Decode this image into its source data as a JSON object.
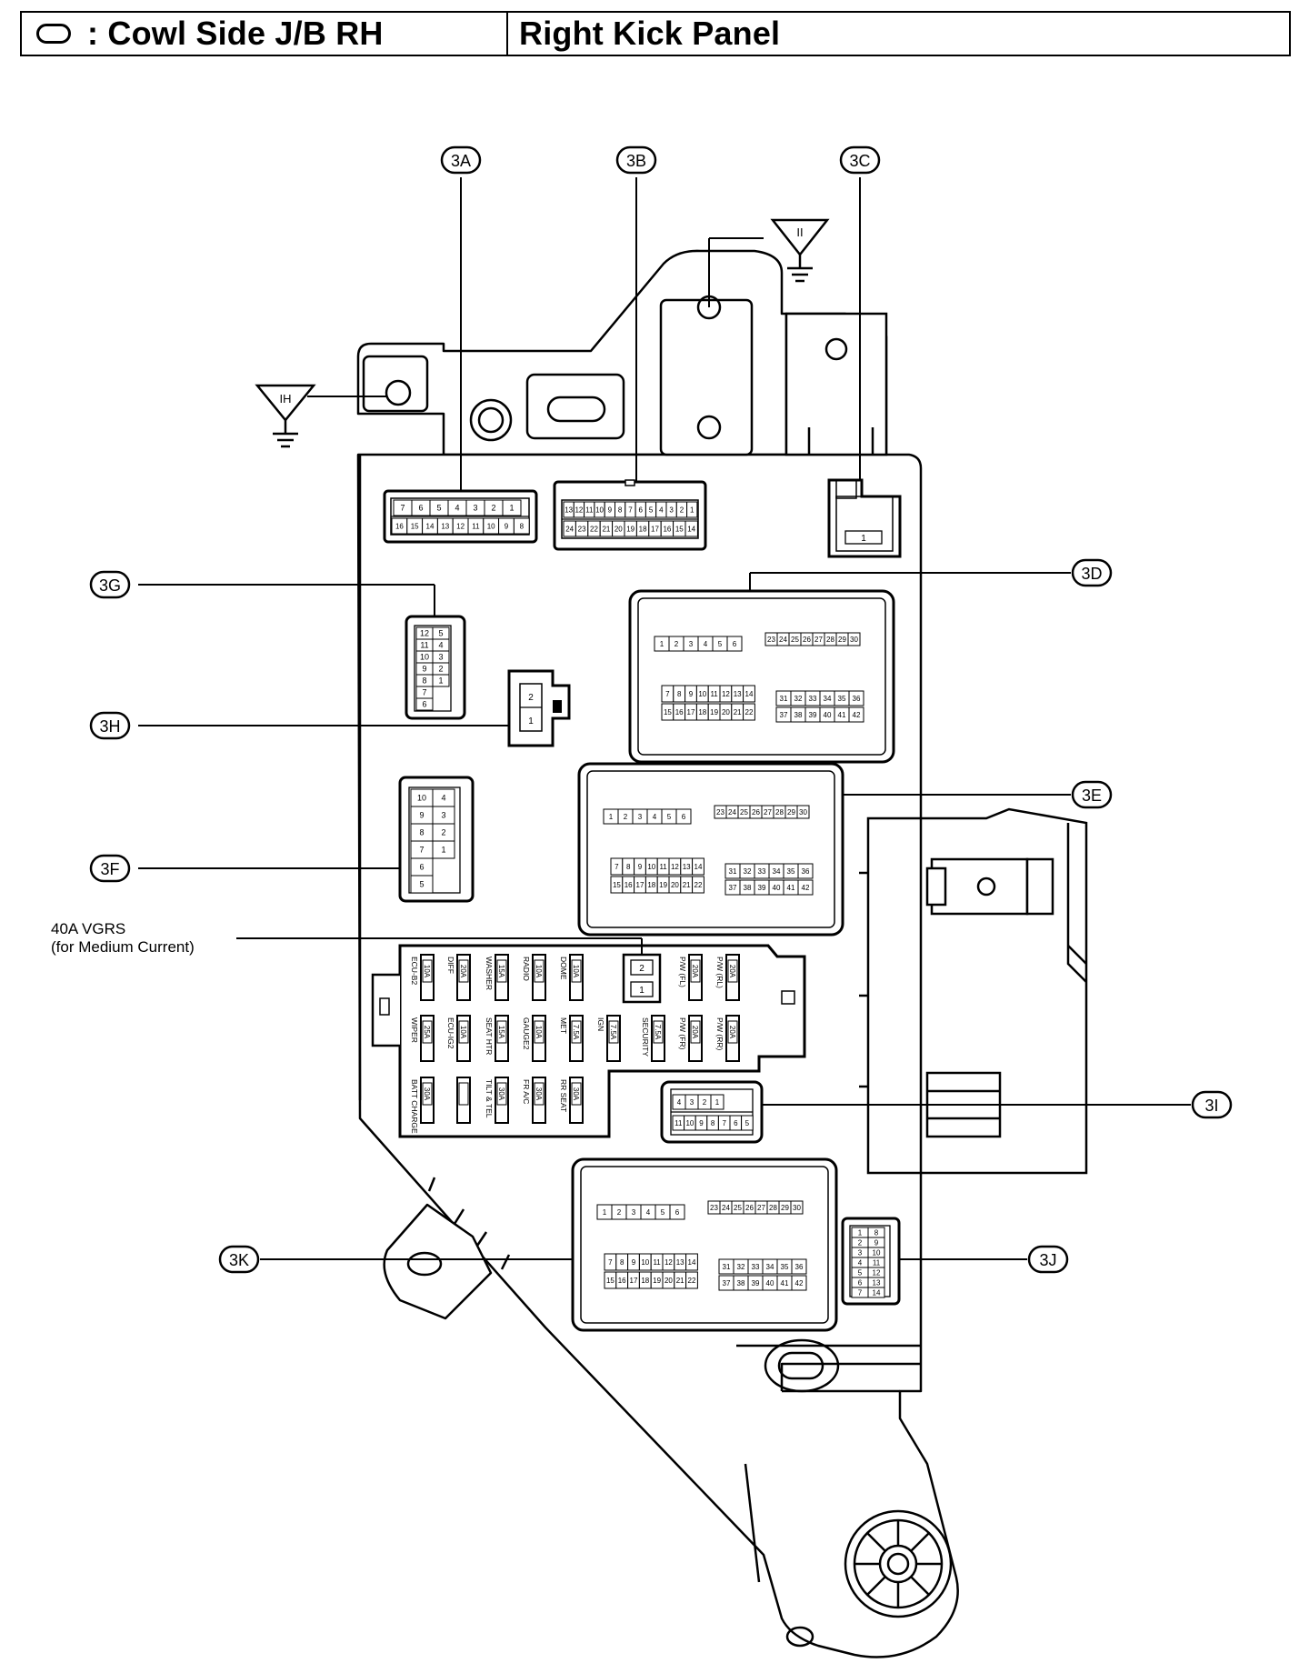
{
  "header": {
    "symbol": "oval-connector-symbol",
    "title": ": Cowl Side J/B RH",
    "location": "Right Kick Panel"
  },
  "callouts": {
    "3A": "3A",
    "3B": "3B",
    "3C": "3C",
    "3D": "3D",
    "3E": "3E",
    "3F": "3F",
    "3G": "3G",
    "3H": "3H",
    "3I": "3I",
    "3J": "3J",
    "3K": "3K"
  },
  "grounds": {
    "ih": "IH",
    "ii": "II"
  },
  "vgrs_label": {
    "line1": "40A VGRS",
    "line2": "(for Medium Current)"
  },
  "connector_3a": {
    "top": [
      "7",
      "6",
      "5",
      "4",
      "3",
      "2",
      "1"
    ],
    "bottom": [
      "16",
      "15",
      "14",
      "13",
      "12",
      "11",
      "10",
      "9",
      "8"
    ]
  },
  "connector_3b": {
    "top": [
      "13",
      "12",
      "11",
      "10",
      "9",
      "8",
      "7",
      "6",
      "5",
      "4",
      "3",
      "2",
      "1"
    ],
    "bottom": [
      "24",
      "23",
      "22",
      "21",
      "20",
      "19",
      "18",
      "17",
      "16",
      "15",
      "14"
    ]
  },
  "connector_3c": {
    "pins": [
      "1"
    ]
  },
  "connector_3g": {
    "left": [
      "12",
      "11",
      "10",
      "9",
      "8",
      "7",
      "6"
    ],
    "right": [
      "5",
      "4",
      "3",
      "2",
      "1"
    ]
  },
  "connector_3h": {
    "pins": [
      "2",
      "1"
    ]
  },
  "connector_3f": {
    "left": [
      "10",
      "9",
      "8",
      "7",
      "6",
      "5"
    ],
    "right": [
      "4",
      "3",
      "2",
      "1"
    ]
  },
  "connector_3j": {
    "left": [
      "1",
      "2",
      "3",
      "4",
      "5",
      "6",
      "7"
    ],
    "right": [
      "8",
      "9",
      "10",
      "11",
      "12",
      "13",
      "14"
    ]
  },
  "connector_3i": {
    "top": [
      "4",
      "3",
      "2",
      "1"
    ],
    "bottom": [
      "11",
      "10",
      "9",
      "8",
      "7",
      "6",
      "5"
    ]
  },
  "connector_big": {
    "row1": [
      "1",
      "2",
      "3",
      "4",
      "5",
      "6"
    ],
    "row2": [
      "23",
      "24",
      "25",
      "26",
      "27",
      "28",
      "29",
      "30"
    ],
    "row3": [
      "7",
      "8",
      "9",
      "10",
      "11",
      "12",
      "13",
      "14"
    ],
    "row4": [
      "15",
      "16",
      "17",
      "18",
      "19",
      "20",
      "21",
      "22"
    ],
    "row5": [
      "31",
      "32",
      "33",
      "34",
      "35",
      "36"
    ],
    "row6": [
      "37",
      "38",
      "39",
      "40",
      "41",
      "42"
    ]
  },
  "vgrs_fuse": {
    "pins": [
      "2",
      "1"
    ]
  },
  "fuses_row1": [
    {
      "name": "ECU-B2",
      "rating": "10A"
    },
    {
      "name": "DIFF",
      "rating": "20A"
    },
    {
      "name": "WASHER",
      "rating": "15A"
    },
    {
      "name": "RADIO",
      "rating": "10A"
    },
    {
      "name": "DOME",
      "rating": "10A"
    },
    {
      "name": "P/W (FL)",
      "rating": "20A"
    },
    {
      "name": "P/W (RL)",
      "rating": "20A"
    }
  ],
  "fuses_row2": [
    {
      "name": "WIPER",
      "rating": "25A"
    },
    {
      "name": "ECU-IG2",
      "rating": "10A"
    },
    {
      "name": "SEAT HTR",
      "rating": "15A"
    },
    {
      "name": "GAUGE2",
      "rating": "10A"
    },
    {
      "name": "MET",
      "rating": "7.5A"
    },
    {
      "name": "IGN",
      "rating": "7.5A"
    },
    {
      "name": "SECURITY",
      "rating": "7.5A"
    },
    {
      "name": "P/W (FR)",
      "rating": "20A"
    },
    {
      "name": "P/W (RR)",
      "rating": "20A"
    }
  ],
  "fuses_row3": [
    {
      "name": "BATT CHARGE",
      "rating": "30A"
    },
    {
      "name": "",
      "rating": ""
    },
    {
      "name": "TILT & TEL",
      "rating": "30A"
    },
    {
      "name": "FR A/C",
      "rating": "30A"
    },
    {
      "name": "RR SEAT",
      "rating": "30A"
    }
  ]
}
